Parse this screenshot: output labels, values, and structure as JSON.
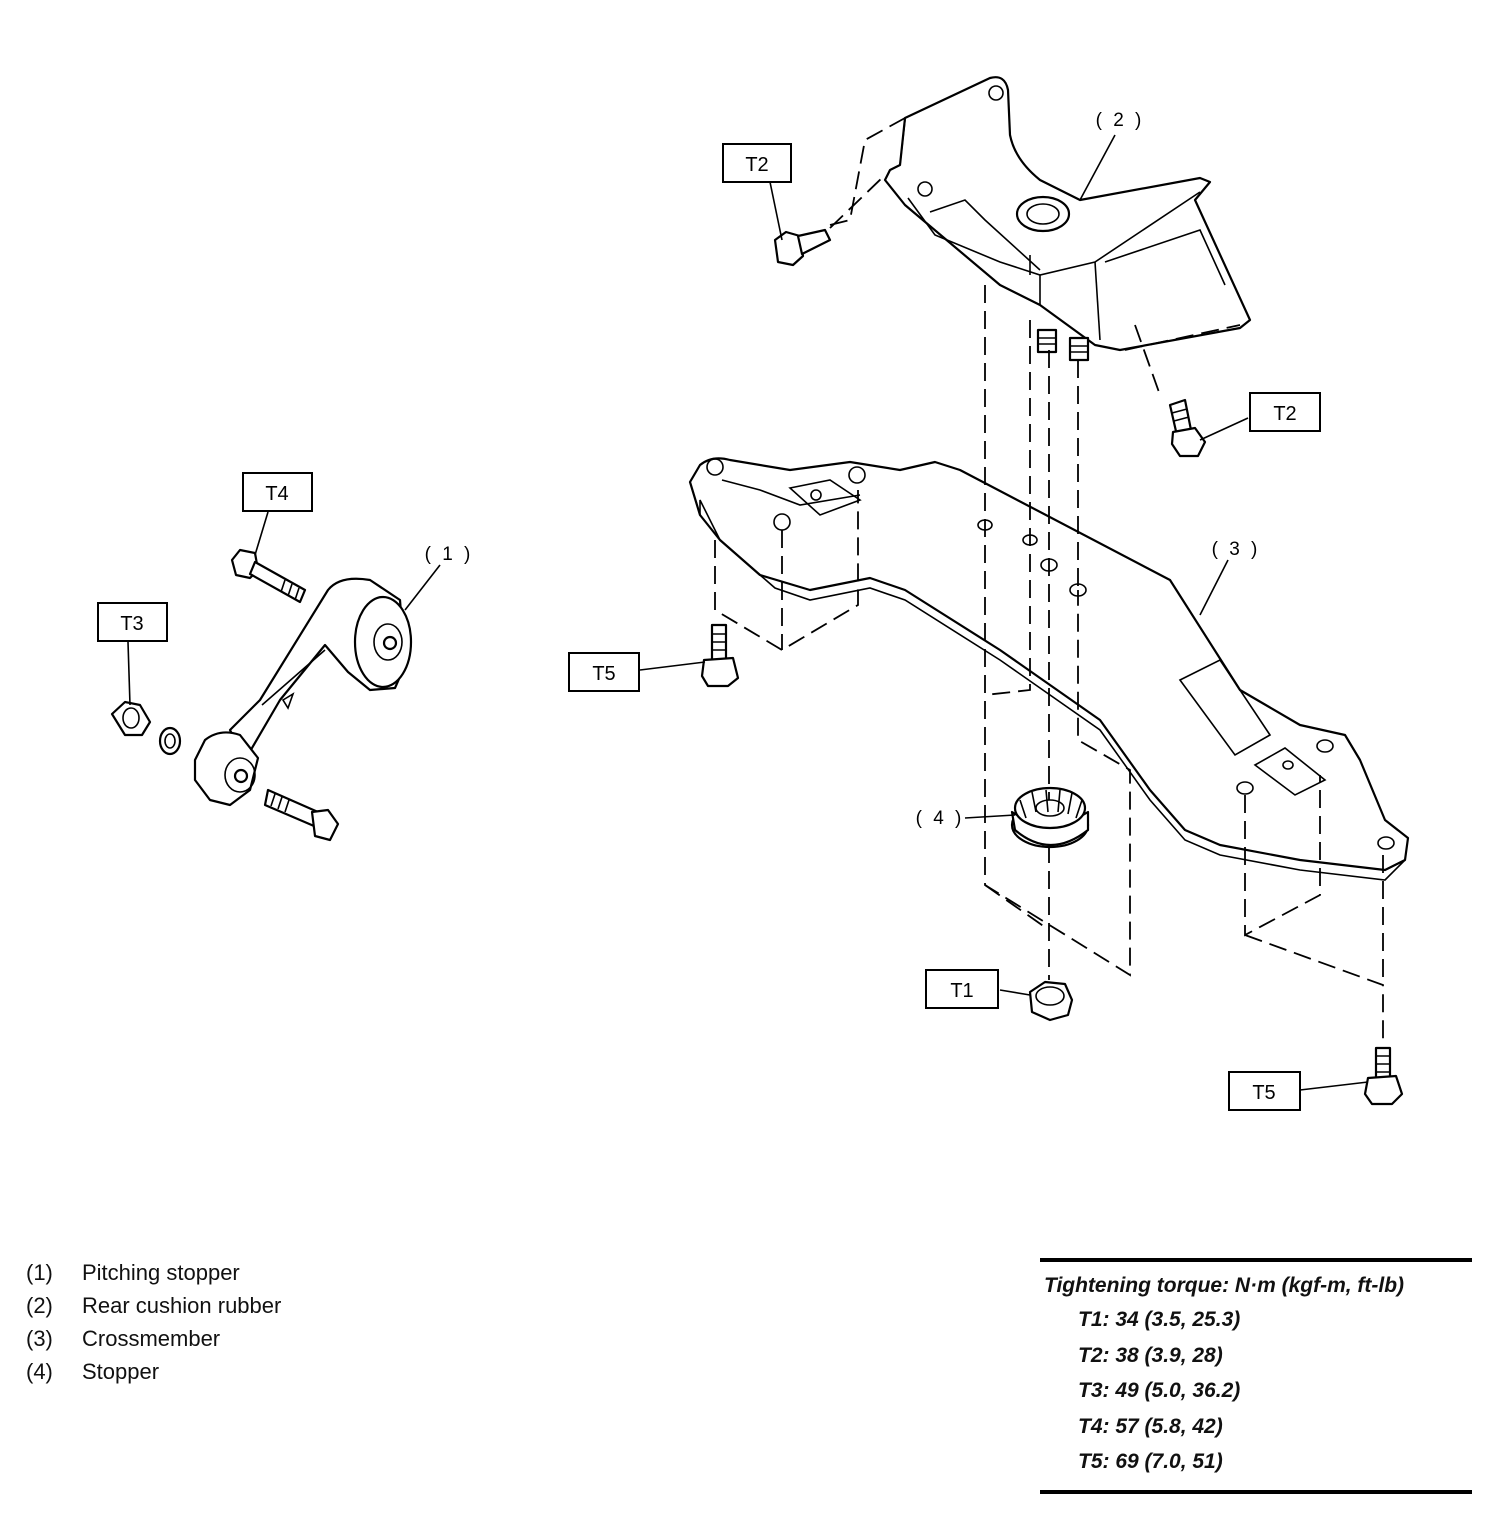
{
  "callouts": {
    "t1": "T1",
    "t2a": "T2",
    "t2b": "T2",
    "t3": "T3",
    "t4": "T4",
    "t5a": "T5",
    "t5b": "T5"
  },
  "part_labels": {
    "p1": "( 1 )",
    "p2": "( 2 )",
    "p3": "( 3 )",
    "p4": "( 4 )"
  },
  "legend": [
    {
      "num": "(1)",
      "name": "Pitching stopper"
    },
    {
      "num": "(2)",
      "name": "Rear cushion rubber"
    },
    {
      "num": "(3)",
      "name": "Crossmember"
    },
    {
      "num": "(4)",
      "name": "Stopper"
    }
  ],
  "torque": {
    "title": "Tightening torque: N·m (kgf-m, ft-lb)",
    "values": [
      "T1: 34 (3.5, 25.3)",
      "T2: 38 (3.9, 28)",
      "T3: 49 (5.0, 36.2)",
      "T4: 57 (5.8, 42)",
      "T5: 69 (7.0, 51)"
    ]
  }
}
